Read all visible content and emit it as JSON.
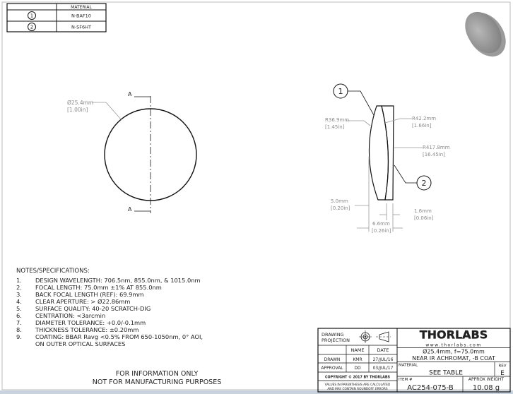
{
  "material_table": {
    "header": "MATERIAL",
    "rows": [
      {
        "balloon": "1",
        "material": "N-BAF10"
      },
      {
        "balloon": "2",
        "material": "N-SF6HT"
      }
    ]
  },
  "front_view": {
    "section_label_top": "A",
    "section_label_bottom": "A",
    "diameter_mm": "Ø25.4mm",
    "diameter_in": "[1.00in]"
  },
  "side_view": {
    "balloon_1": "1",
    "balloon_2": "2",
    "r1_mm": "R36.9mm",
    "r1_in": "[1.45in]",
    "r2_mm": "R42.2mm",
    "r2_in": "[1.66in]",
    "r3_mm": "R417.8mm",
    "r3_in": "[16.45in]",
    "t1_mm": "5.0mm",
    "t1_in": "[0.20in]",
    "t2_mm": "1.6mm",
    "t2_in": "[0.06in]",
    "total_mm": "6.6mm",
    "total_in": "[0.26in]"
  },
  "notes": {
    "title": "NOTES/SPECIFICATIONS:",
    "items": [
      {
        "n": "1.",
        "text": "DESIGN WAVELENGTH: 706.5nm, 855.0nm, & 1015.0nm"
      },
      {
        "n": "2.",
        "text": "FOCAL LENGTH: 75.0mm ±1% AT 855.0nm"
      },
      {
        "n": "3.",
        "text": "BACK FOCAL LENGTH (REF): 69.9mm"
      },
      {
        "n": "4.",
        "text": "CLEAR APERTURE: > Ø22.86mm"
      },
      {
        "n": "5.",
        "text": "SURFACE QUALITY: 40-20 SCRATCH-DIG"
      },
      {
        "n": "6.",
        "text": "CENTRATION: <3arcmin"
      },
      {
        "n": "7.",
        "text": "DIAMETER TOLERANCE: +0.0/-0.1mm"
      },
      {
        "n": "8.",
        "text": "THICKNESS TOLERANCE: ±0.20mm"
      },
      {
        "n": "9.",
        "text": "COATING: BBAR Ravg <0.5% FROM 650-1050nm, 0° AOI,"
      },
      {
        "n": "",
        "text": "ON OUTER OPTICAL SURFACES"
      }
    ]
  },
  "disclaimer": {
    "line1": "FOR INFORMATION ONLY",
    "line2": "NOT FOR MANUFACTURING PURPOSES"
  },
  "title_block": {
    "projection_label_1": "DRAWING",
    "projection_label_2": "PROJECTION",
    "name_header": "NAME",
    "date_header": "DATE",
    "drawn_label": "DRAWN",
    "drawn_name": "KMR",
    "drawn_date": "27/JUL/16",
    "approval_label": "APPROVAL",
    "approval_name": "DD",
    "approval_date": "03/JUL/17",
    "copyright": "COPYRIGHT © 2017 BY THORLABS",
    "values_note_1": "VALUES IN PARENTHESIS ARE CALCULATED",
    "values_note_2": "AND MAY CONTAIN ROUNDOFF ERRORS",
    "logo_text": "THORLABS",
    "website": "www.thorlabs.com",
    "description_1": "Ø25.4mm, f=75.0mm",
    "description_2": "NEAR IR ACHROMAT, -B COAT",
    "material_label": "MATERIAL",
    "material_value": "SEE TABLE",
    "rev_label": "REV",
    "rev_value": "E",
    "item_label": "ITEM #",
    "item_value": "AC254-075-B",
    "weight_label": "APPROX WEIGHT",
    "weight_value": "10.08 g"
  }
}
